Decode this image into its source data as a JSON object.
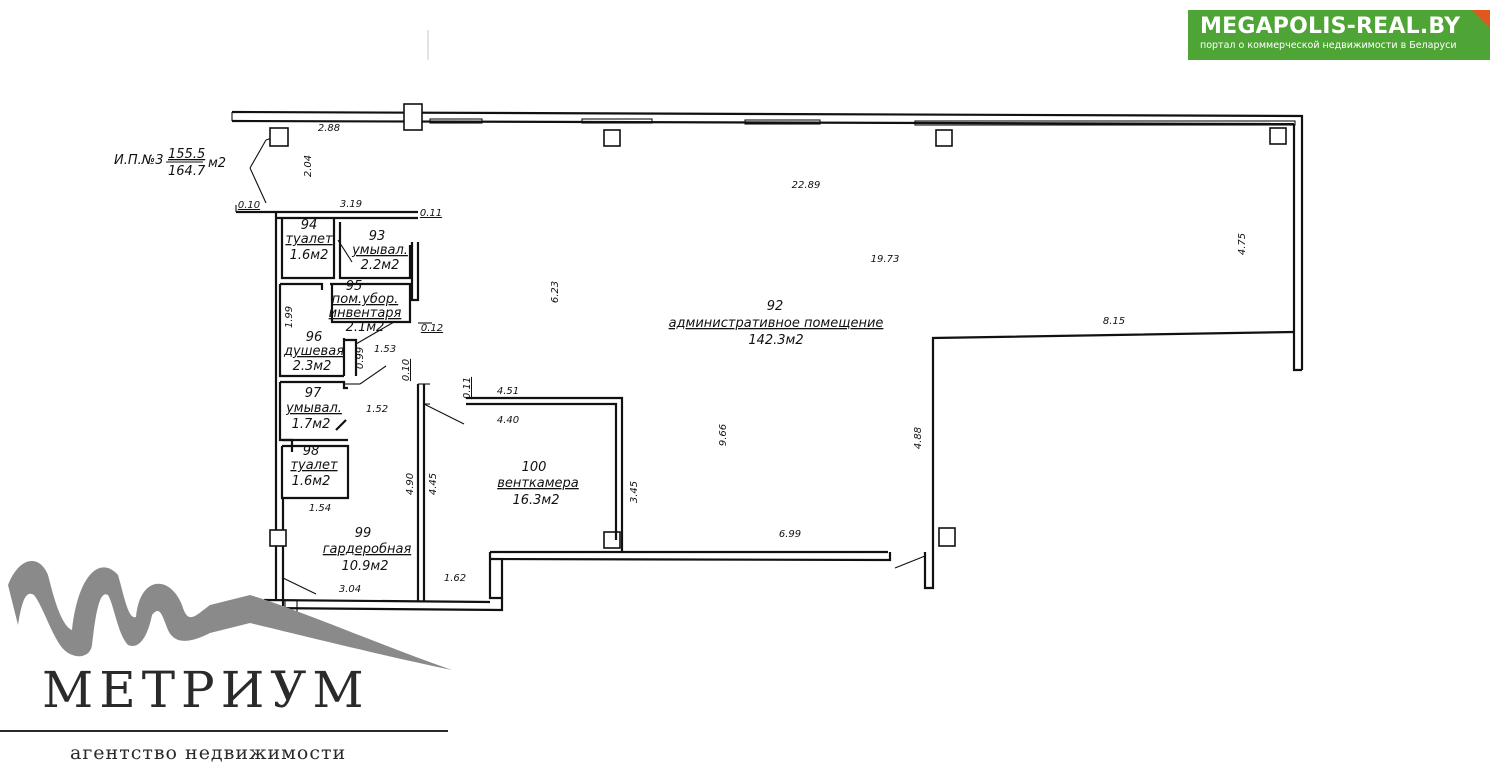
{
  "banner": {
    "logo": "MEGAPOLIS-REAL.BY",
    "tagline": "портал о коммерческой недвижимости в Беларуси",
    "color": "#4ea535",
    "accent_color": "#e2571e"
  },
  "agency": {
    "name": "МЕТРИУМ",
    "subtitle": "агентство недвижимости",
    "logo_color": "#8a8a8a"
  },
  "plan": {
    "unit": {
      "label": "И.П.№3",
      "area_numerator": "155.5",
      "area_denominator": "164.7",
      "unit_text": "м2"
    },
    "rooms": [
      {
        "id": "93",
        "name": "умывал.",
        "area": "2.2м2"
      },
      {
        "id": "94",
        "name": "туалет",
        "area": "1.6м2"
      },
      {
        "id": "95",
        "name": "пом.убор.",
        "name2": "инвентаря",
        "area": "2.1м2"
      },
      {
        "id": "96",
        "name": "душевая",
        "area": "2.3м2"
      },
      {
        "id": "97",
        "name": "умывал.",
        "area": "1.7м2"
      },
      {
        "id": "98",
        "name": "туалет",
        "area": "1.6м2"
      },
      {
        "id": "99",
        "name": "гардеробная",
        "area": "10.9м2"
      },
      {
        "id": "100",
        "name": "венткамера",
        "area": "16.3м2"
      },
      {
        "id": "92",
        "name": "административное помещение",
        "area": "142.3м2"
      }
    ],
    "dimensions": [
      "2.88",
      "2.04",
      "0.10",
      "3.19",
      "0.11",
      "22.89",
      "19.73",
      "4.75",
      "6.23",
      "1.99",
      "0.12",
      "8.15",
      "1.53",
      "0.99",
      "0.10",
      "0.11",
      "4.51",
      "4.40",
      "1.52",
      "9.66",
      "4.88",
      "3.45",
      "4.90",
      "4.45",
      "1.54",
      "6.99",
      "1.62",
      "3.04"
    ]
  }
}
